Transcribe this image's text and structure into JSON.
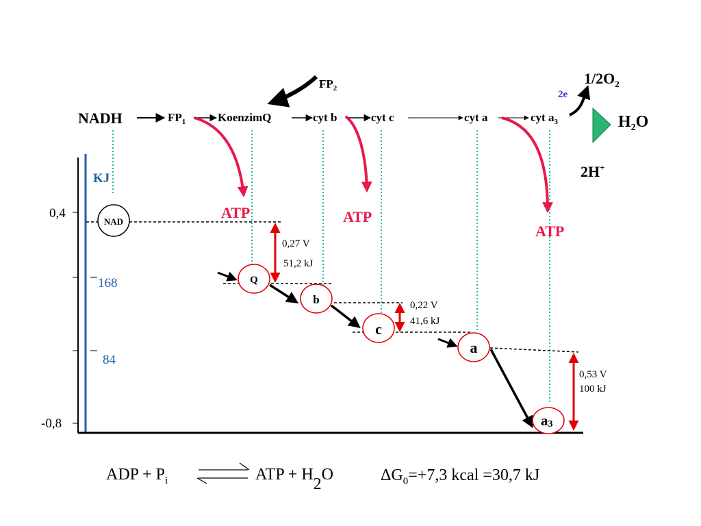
{
  "chain": {
    "nadh": "NADH",
    "fp1": "FP",
    "fp1_sub": "1",
    "koenzim": "KoenzimQ",
    "cytb": "cyt b",
    "cytc": "cyt c",
    "cyta": "cyt a",
    "cyta3": "cyt a",
    "cyta3_sub": "3",
    "fp2": "FP",
    "fp2_sub": "2"
  },
  "oxygen": {
    "half_o2": "1/2O",
    "half_o2_sub": "2",
    "two_e": "2e",
    "water": "H",
    "water_sub": "2",
    "water_tail": "O",
    "protons": "2H",
    "protons_sup": "+"
  },
  "atp_label": "ATP",
  "axis": {
    "unit": "KJ",
    "top_label": "0,4",
    "bottom_label": "-0,8",
    "kj_168": "168",
    "kj_84": "84"
  },
  "carriers": {
    "nad": "NAD",
    "q": "Q",
    "b": "b",
    "c": "c",
    "a": "a",
    "a3": "a",
    "a3_sub": "3"
  },
  "gaps": {
    "gap1_v": "0,27 V",
    "gap1_kj": "51,2 kJ",
    "gap2_v": "0,22 V",
    "gap2_kj": "41,6 kJ",
    "gap3_v": "0,53 V",
    "gap3_kj": "100 kJ"
  },
  "equation": {
    "left": "ADP +  P",
    "pi_sub": "i",
    "right": "ATP + H",
    "h2o_sub": "2",
    "h2o_tail": "O",
    "delta": "ΔG",
    "delta_sub": "0",
    "delta_value": "=+7,3 kcal =30,7 kJ"
  },
  "colors": {
    "atp_red": "#E8194B",
    "accent_red": "#E00000",
    "axis_blue": "#1F5FA8",
    "dot_teal": "#1ABC9C",
    "triangle_green": "#2BB673",
    "two_e_blue": "#3333CC"
  }
}
